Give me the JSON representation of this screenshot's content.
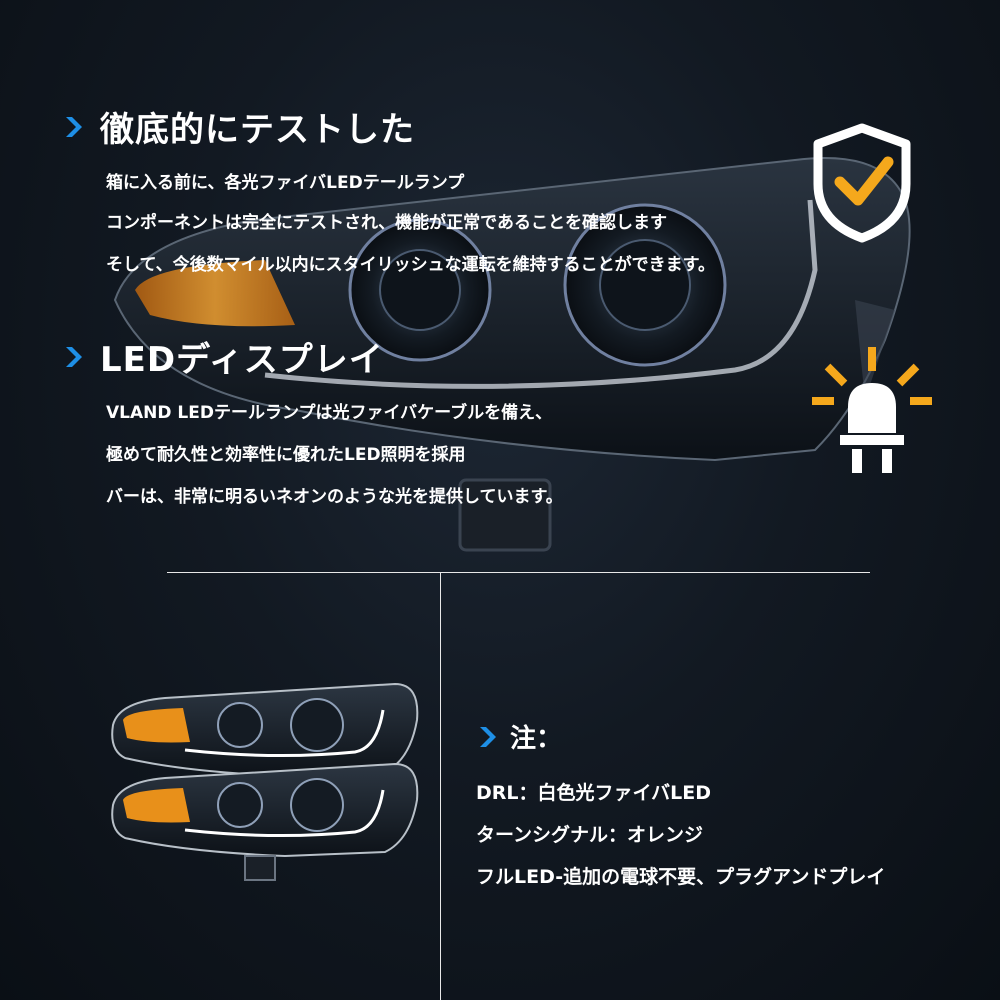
{
  "section1": {
    "title": "徹底的にテストした",
    "lines": [
      "箱に入る前に、各光ファイバLEDテールランプ",
      "コンポーネントは完全にテストされ、機能が正常であることを確認します",
      "そして、今後数マイル以内にスタイリッシュな運転を維持することができます。"
    ]
  },
  "section2": {
    "title": "LEDディスプレイ",
    "lines": [
      "VLAND LEDテールランプは光ファイバケーブルを備え、",
      "極めて耐久性と効率性に優れたLED照明を採用",
      "バーは、非常に明るいネオンのような光を提供しています。"
    ]
  },
  "notes": {
    "title": "注：",
    "lines": [
      "DRL：白色光ファイバLED",
      "ターンシグナル：オレンジ",
      "フルLED-追加の電球不要、プラグアンドプレイ"
    ]
  },
  "icons": {
    "shield": "shield-check-icon",
    "bulb": "led-bulb-icon",
    "chevron": "chevron-right-icon"
  },
  "colors": {
    "accent_blue": "#1e8fe6",
    "accent_yellow": "#f5a81c",
    "amber": "#e8901a"
  }
}
